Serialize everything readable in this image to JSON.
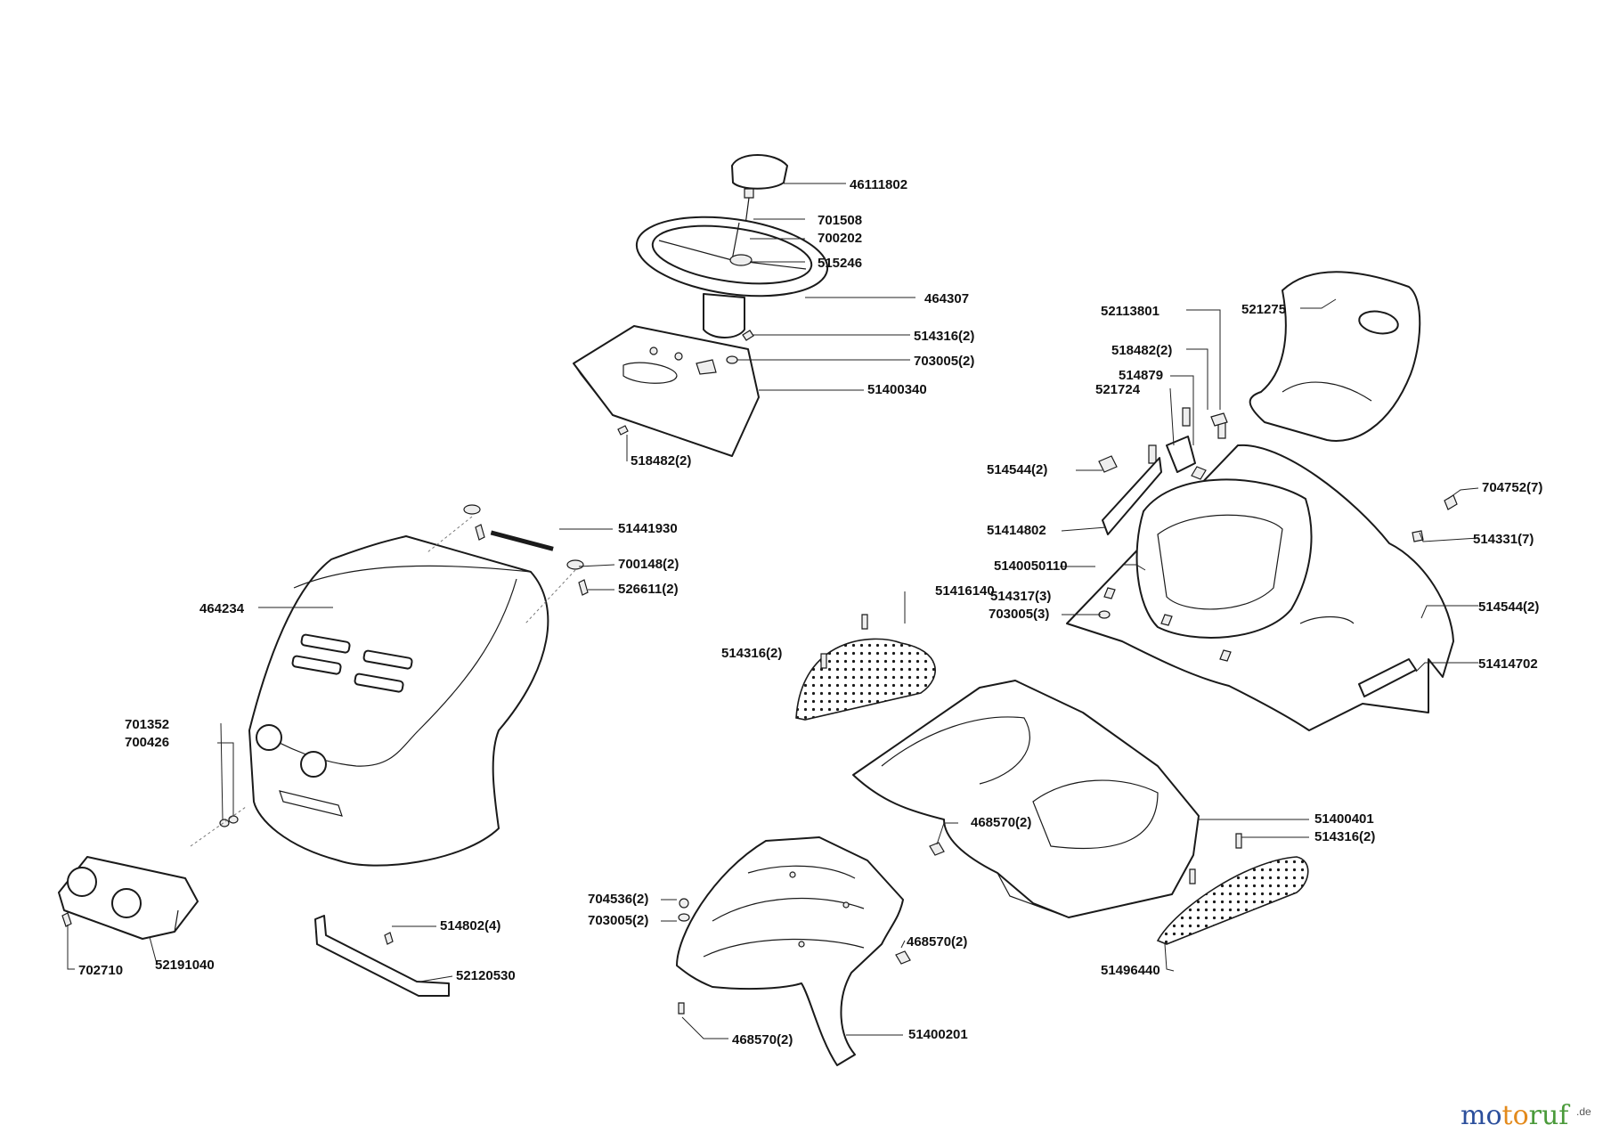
{
  "labels": {
    "p46111802": "46111802",
    "p701508": "701508",
    "p700202": "700202",
    "p515246": "515246",
    "p464307": "464307",
    "p514316_2_a": "514316(2)",
    "p703005_2_a": "703005(2)",
    "p51400340": "51400340",
    "p518482_2_a": "518482(2)",
    "p51441930": "51441930",
    "p700148_2": "700148(2)",
    "p526611_2": "526611(2)",
    "p464234": "464234",
    "p701352": "701352",
    "p700426": "700426",
    "p702710": "702710",
    "p52191040": "52191040",
    "p514802_4": "514802(4)",
    "p52120530": "52120530",
    "p52113801": "52113801",
    "p521275": "521275",
    "p518482_2_b": "518482(2)",
    "p514879": "514879",
    "p521724": "521724",
    "p514544_2_a": "514544(2)",
    "p704752_7": "704752(7)",
    "p51414802": "51414802",
    "p514331_7": "514331(7)",
    "p5140050110": "5140050110",
    "p51416140": "51416140",
    "p514317_3": "514317(3)",
    "p703005_3": "703005(3)",
    "p514544_2_b": "514544(2)",
    "p514316_2_b": "514316(2)",
    "p51414702": "51414702",
    "p468570_2_a": "468570(2)",
    "p51400401": "51400401",
    "p514316_2_c": "514316(2)",
    "p704536_2": "704536(2)",
    "p703005_2_b": "703005(2)",
    "p468570_2_b": "468570(2)",
    "p51496440": "51496440",
    "p468570_2_c": "468570(2)",
    "p51400201": "51400201"
  },
  "watermark": {
    "brand_mo": "mo",
    "brand_to": "to",
    "brand_ruf": "ruf",
    "domain": ".de"
  },
  "colors": {
    "line": "#1a1a1a",
    "watermark_blue": "#2c4f9c",
    "watermark_orange": "#e38a1c",
    "watermark_green": "#4a9a3a"
  }
}
